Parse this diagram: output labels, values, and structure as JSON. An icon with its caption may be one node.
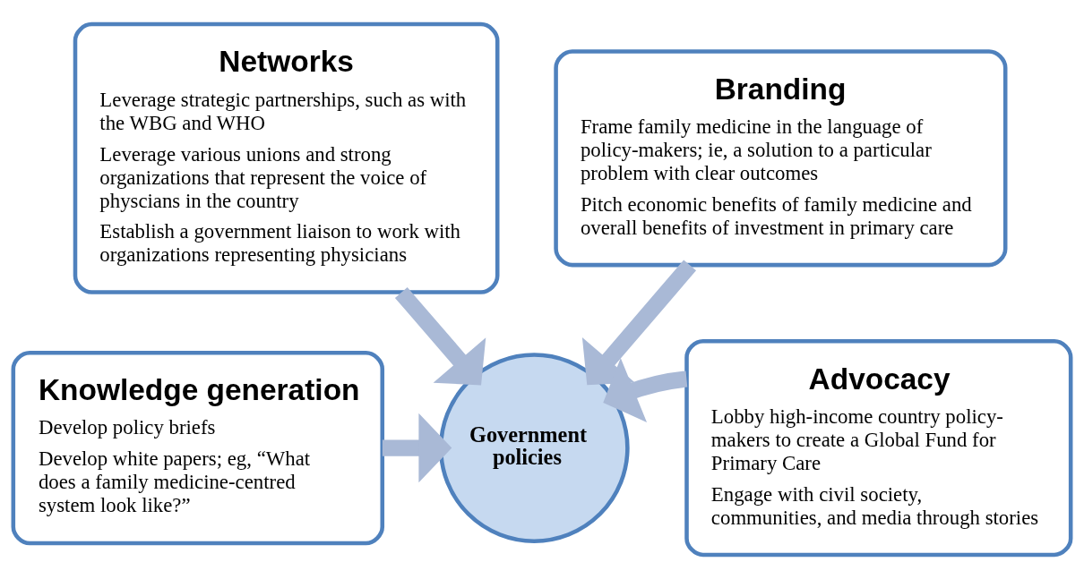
{
  "diagram": {
    "nodes": [
      {
        "text": [
          "Networks",
          "Leverage strategic partnerships, such as with the WBG and WHO",
          "Leverage various unions and strong organizations that represent the voice of physcians in the country",
          "Establish a government liaison to work with organizations representing physicians"
        ]
      },
      {
        "text": [
          "Branding",
          "Frame family medicine in the language of policy-makers; ie, a solution to a particular problem with clear outcomes",
          "Pitch economic benefits of family medicine and overall benefits of investment in primary care"
        ]
      },
      {
        "text": [
          "Knowledge generation",
          "Develop policy briefs",
          "Develop white papers; eg, “What does a family medicine-centred system look like?”"
        ]
      },
      {
        "text": [
          "Government policies"
        ]
      },
      {
        "text": [
          "Advocacy",
          "Lobby high-income country policy-makers to create a Global Fund for Primary Care",
          "Engage with civil society, communities, and media through stories"
        ]
      }
    ],
    "edges": [
      {
        "from": 0,
        "to": 3,
        "arrow": "to"
      },
      {
        "from": 1,
        "to": 3,
        "arrow": "to"
      },
      {
        "from": 2,
        "to": 3,
        "arrow": "to"
      },
      {
        "from": 4,
        "to": 3,
        "arrow": "to"
      }
    ]
  }
}
